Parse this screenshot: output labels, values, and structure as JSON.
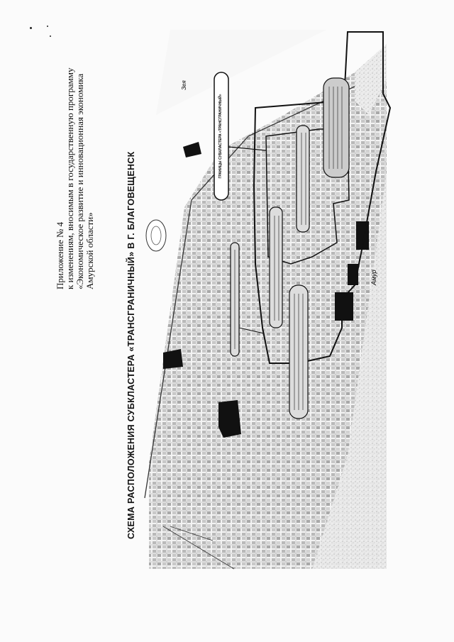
{
  "appendix": {
    "lines": [
      "Приложение № 4",
      "к изменениям, вносимым в государственную программу",
      "«Экономическое развитие и инновационная экономика",
      "Амурской области»"
    ]
  },
  "map_title": "СХЕМА  РАСПОЛОЖЕНИЯ СУБКЛАСТЕРА «ТРАНСГРАНИЧНЫЙ» В Г. БЛАГОВЕЩЕНСК",
  "map": {
    "boundary_label": "ГРАНИЦЫ СУБКЛАСТЕРА «ТРАНСГРАНИЧНЫЙ»",
    "river_label_top": "Зея",
    "river_label_right": "Амур",
    "colors": {
      "boundary": "#111111",
      "water": "#e6e6e6",
      "block": "#111111"
    }
  }
}
